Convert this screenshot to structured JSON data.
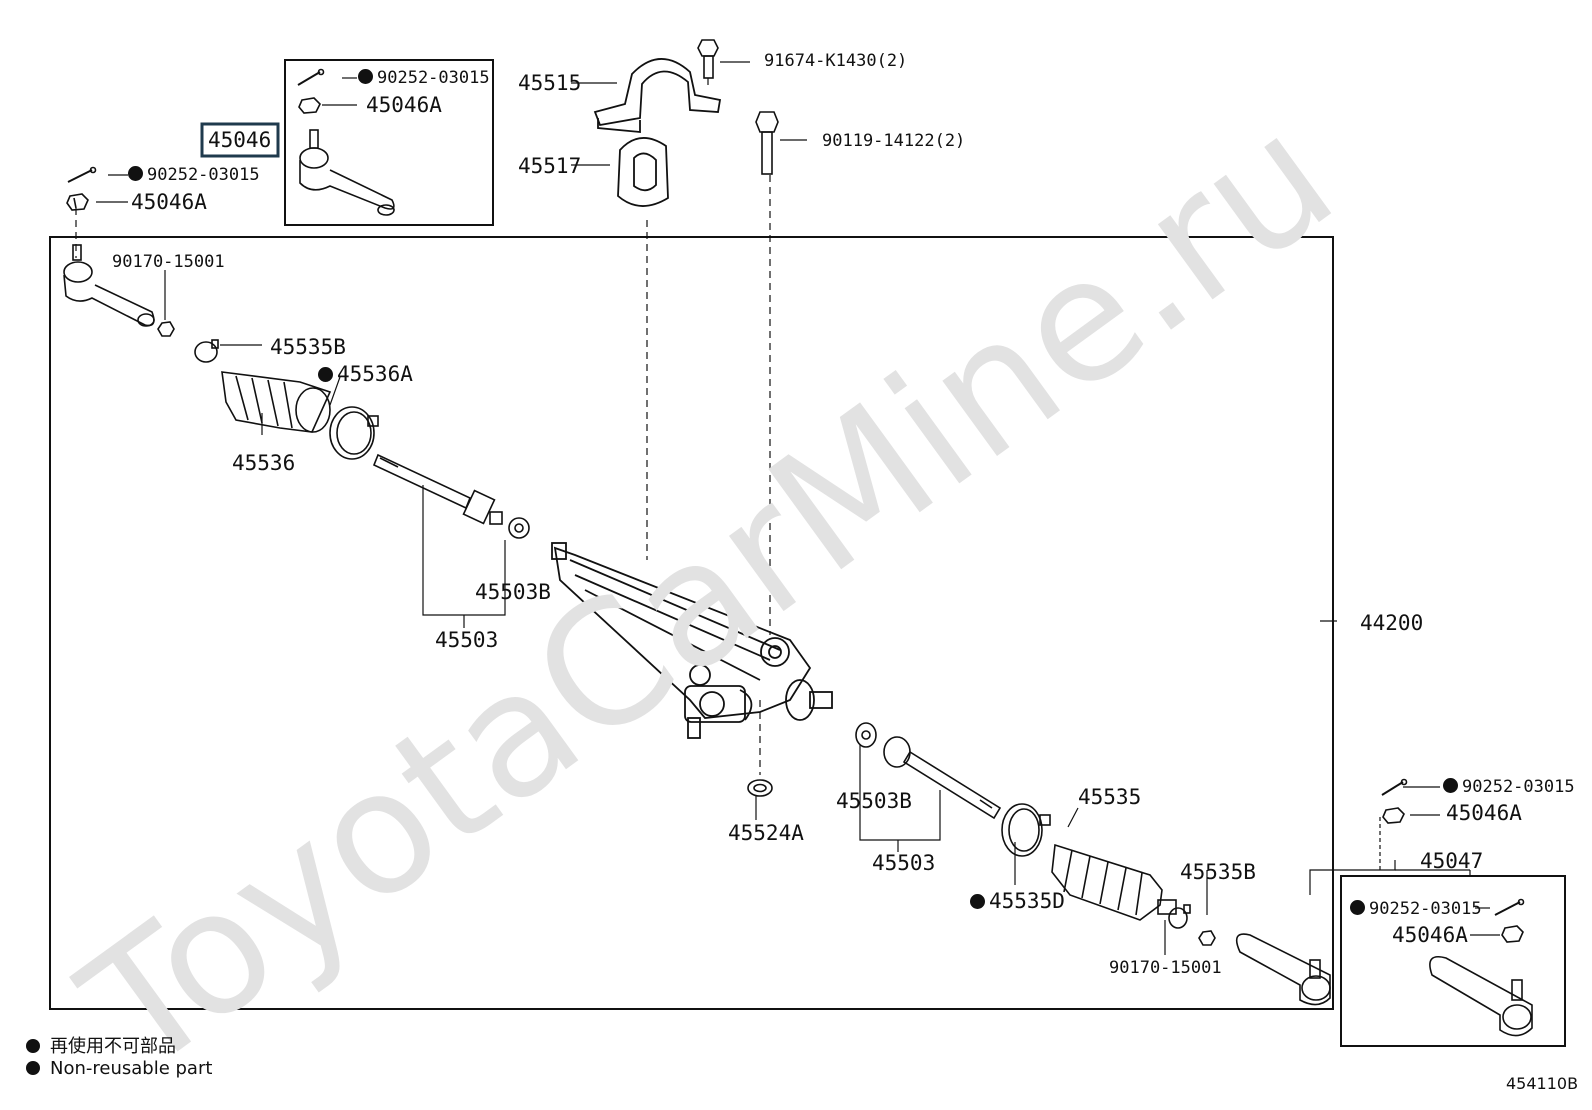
{
  "watermark": "ToyotaCarMine.ru",
  "diagram_code": "454110B",
  "legend": {
    "jp": "再使用不可部品",
    "en": "Non-reusable part"
  },
  "labels": {
    "p45046": "45046",
    "p90252_a": "90252-03015",
    "p45046a_a": "45046A",
    "p90252_b": "90252-03015",
    "p45046a_b": "45046A",
    "p90170_a": "90170-15001",
    "p45535b_a": "45535B",
    "p45536a": "45536A",
    "p45536": "45536",
    "p45515": "45515",
    "p45517": "45517",
    "p91674": "91674-K1430(2)",
    "p90119": "90119-14122(2)",
    "p45503b_a": "45503B",
    "p45503_a": "45503",
    "p44200": "44200",
    "p45524a": "45524A",
    "p45503b_b": "45503B",
    "p45503_b": "45503",
    "p45535": "45535",
    "p45535d": "45535D",
    "p45535b_b": "45535B",
    "p90170_b": "90170-15001",
    "p90252_c": "90252-03015",
    "p45046a_c": "45046A",
    "p45047": "45047",
    "p90252_d": "90252-03015",
    "p45046a_d": "45046A"
  }
}
